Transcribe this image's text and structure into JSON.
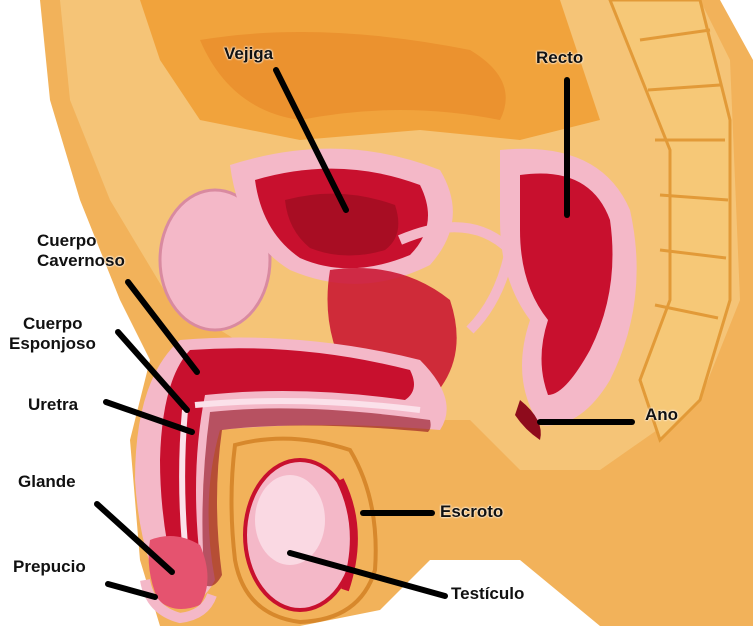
{
  "colors": {
    "background": "#ffffff",
    "skin": "#f2b25a",
    "skin_light": "#f7d08a",
    "tissue_red": "#c8102e",
    "tissue_dark": "#8e0b1c",
    "pink": "#f4b8c8",
    "pink_light": "#fbe1ea",
    "leader_line": "#000000",
    "label_text": "#111111"
  },
  "labels": {
    "vejiga": "Vejiga",
    "recto": "Recto",
    "cuerpo_cavernoso_1": "Cuerpo",
    "cuerpo_cavernoso_2": "Cavernoso",
    "cuerpo_esponjoso_1": "Cuerpo",
    "cuerpo_esponjoso_2": "Esponjoso",
    "uretra": "Uretra",
    "glande": "Glande",
    "prepucio": "Prepucio",
    "ano": "Ano",
    "escroto": "Escroto",
    "testiculo": "Testículo"
  }
}
